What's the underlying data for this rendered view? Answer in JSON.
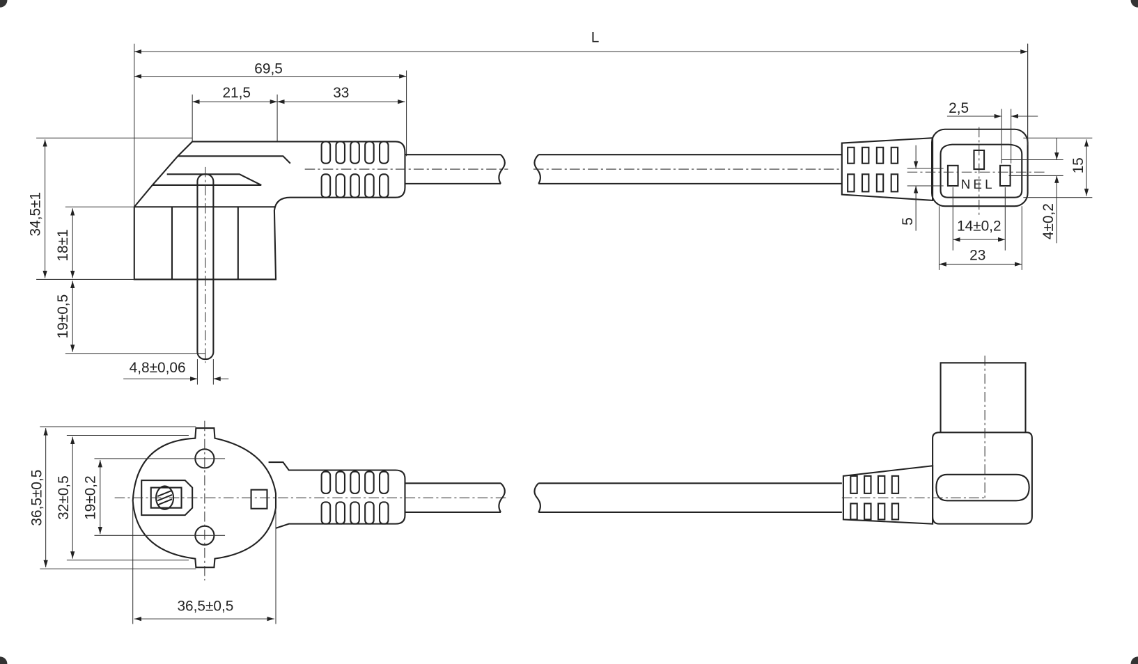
{
  "dimensions": {
    "total_length": "L",
    "plug_length": "69,5",
    "plug_offset": "21,5",
    "plug_grip": "33",
    "plug_height": "34,5±1",
    "plug_body": "18±1",
    "pin_length": "19±0,5",
    "pin_diameter": "4,8±0,06",
    "face_outer": "36,5±0,5",
    "face_mid": "32±0,5",
    "pin_spacing": "19±0,2",
    "face_width": "36,5±0,5",
    "coupler_offset": "2,5",
    "coupler_height": "15",
    "coupler_pin_offset": "5",
    "coupler_pin_spacing": "14±0,2",
    "coupler_pin_height": "4±0,2",
    "coupler_width": "23"
  },
  "pin_labels": "NEL"
}
